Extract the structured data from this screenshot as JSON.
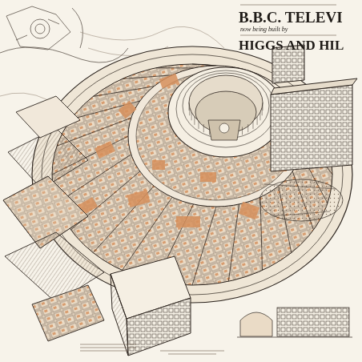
{
  "diagram": {
    "title": "B.B.C. TELEVI",
    "labels": [
      "now being built by",
      "HIGGS AND HIL"
    ]
  }
}
